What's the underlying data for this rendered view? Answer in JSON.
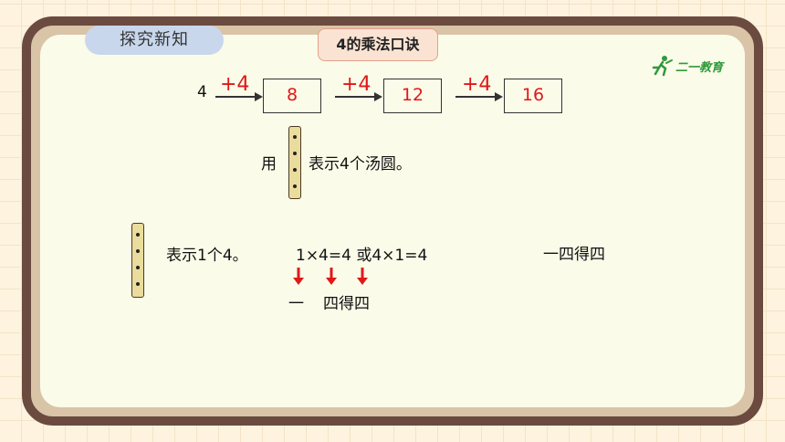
{
  "header": {
    "section_label": "探究新知",
    "title": "4的乘法口诀",
    "logo_text": "二一教育"
  },
  "sequence": {
    "start": "4",
    "step_label": "+4",
    "boxes": [
      "8",
      "12",
      "16"
    ]
  },
  "note_stick": {
    "prefix": "用",
    "suffix": "表示4个汤圆。"
  },
  "example": {
    "stick_text": "表示1个4。",
    "equation": "1×4=4 或4×1=4",
    "mnemonic_left": [
      "一",
      "四得四"
    ],
    "mnemonic_right": "一四得四"
  },
  "colors": {
    "accent_red": "#e01818",
    "frame_brown": "#6b4a3f",
    "board_bg": "#fbfbe9"
  }
}
